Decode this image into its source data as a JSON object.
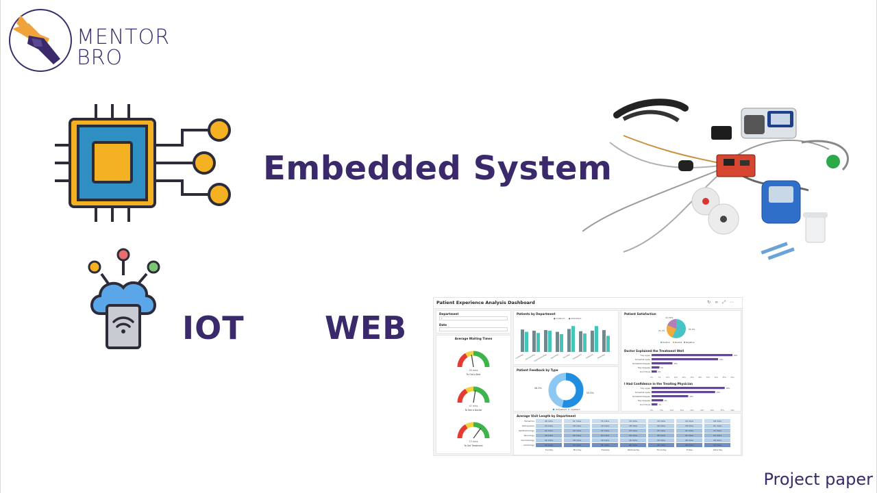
{
  "logo": {
    "line1": "MENTOR",
    "line2": "BRO"
  },
  "titles": {
    "embedded": "Embedded System",
    "iot": "IOT",
    "web": "WEB"
  },
  "footer": "Project paper",
  "icons": {
    "chip": "microchip-icon",
    "iot": "cloud-wifi-device-icon"
  },
  "colors": {
    "brand_purple": "#3b2a6b",
    "logo_orange": "#f0a33a",
    "chip_blue": "#2f8fc3",
    "chip_yellow": "#f4b223",
    "cloud_blue": "#5aa6e8"
  },
  "dashboard": {
    "title": "Patient Experience Analysis Dashboard",
    "filters": {
      "department_label": "Department",
      "date_label": "Date"
    },
    "waiting": {
      "title": "Average Waiting Times",
      "gauges": [
        {
          "value_label": "28 mins",
          "caption": "To Get a Bed",
          "level": 0.45
        },
        {
          "value_label": "47 mins",
          "caption": "To See a Doctor",
          "level": 0.55
        },
        {
          "value_label": "13 mins",
          "caption": "To Get Treatment",
          "level": 0.7
        }
      ]
    },
    "patients_by_department": {
      "title": "Patients by Department",
      "legend": [
        "Inpatient",
        "Outpatient"
      ],
      "categories": [
        "Cardiology",
        "Dermatology",
        "Gastroenterology",
        "Neurology",
        "Oncology",
        "Orthopedics",
        "Pediatrics",
        "Radiology"
      ],
      "inpatient": [
        0.78,
        0.74,
        0.76,
        0.7,
        0.8,
        0.72,
        0.74,
        0.76
      ],
      "outpatient": [
        0.7,
        0.66,
        0.74,
        0.62,
        0.9,
        0.64,
        0.9,
        0.56
      ]
    },
    "feedback": {
      "title": "Patient Feedback by Type",
      "left_label": "46.5%",
      "right_label": "53.5%",
      "legend": [
        "Outpatient",
        "Inpatient"
      ]
    },
    "satisfaction": {
      "title": "Patient Satisfaction",
      "labels": [
        "12.79%",
        "21.7%",
        "65.5%"
      ],
      "legend": [
        "Positive",
        "Neutral",
        "Negative"
      ]
    },
    "explained": {
      "title": "Doctor Explained the Treatment Well",
      "rows": [
        {
          "label": "Fully Agree",
          "value": 0.62,
          "text": "62%"
        },
        {
          "label": "Somewhat Agree",
          "value": 0.51,
          "text": "51%"
        },
        {
          "label": "Somewhat Disagree",
          "value": 0.16,
          "text": "16%"
        },
        {
          "label": "Fully Disagree",
          "value": 0.06,
          "text": "6%"
        },
        {
          "label": "Don't Know",
          "value": 0.04,
          "text": "4%"
        }
      ],
      "ticks": [
        "0%",
        "5%",
        "10%",
        "15%",
        "20%",
        "25%",
        "30%",
        "35%",
        "40%",
        "45%",
        "50%"
      ]
    },
    "confidence": {
      "title": "I Had Confidence in the Treating Physician",
      "rows": [
        {
          "label": "Fully Agree",
          "value": 0.38,
          "text": "38%"
        },
        {
          "label": "Somewhat Agree",
          "value": 0.33,
          "text": "33%"
        },
        {
          "label": "Somewhat Disagree",
          "value": 0.19,
          "text": "19%"
        },
        {
          "label": "Fully Disagree",
          "value": 0.06,
          "text": "6%"
        },
        {
          "label": "Don't Know",
          "value": 0.03,
          "text": "3%"
        }
      ],
      "ticks": [
        "0%",
        "5%",
        "10%",
        "15%",
        "20%",
        "25%",
        "30%",
        "35%",
        "40%"
      ]
    },
    "visit_length": {
      "title": "Average Visit Length by Department",
      "rows": [
        "Pediatrics",
        "Orthopedics",
        "Ophthalmology",
        "Neurology",
        "Dermatology",
        "Cardiology"
      ],
      "cols": [
        "Sunday",
        "Monday",
        "Tuesday",
        "Wednesday",
        "Thursday",
        "Friday",
        "Saturday"
      ],
      "cells": [
        [
          "26 mins",
          "21 mins",
          "15 mins",
          "19 mins",
          "19 mins",
          "19 mins",
          "18 mins"
        ],
        [
          "24 mins",
          "18 mins",
          "19 mins",
          "18 mins",
          "19 mins",
          "18 mins",
          "21 mins"
        ],
        [
          "22 mins",
          "23 mins",
          "22 mins",
          "23 mins",
          "22 mins",
          "22 mins",
          "23 mins"
        ],
        [
          "39 mins",
          "24 mins",
          "24 mins",
          "20 mins",
          "20 mins",
          "22 mins",
          "22 mins"
        ],
        [
          "16 mins",
          "18 mins",
          "19 mins",
          "16 mins",
          "19 mins",
          "18 mins",
          "18 mins"
        ],
        [
          "42 mins",
          "43 mins",
          "41 mins",
          "45 mins",
          "30 mins",
          "46 mins",
          "19 mins"
        ]
      ]
    }
  }
}
